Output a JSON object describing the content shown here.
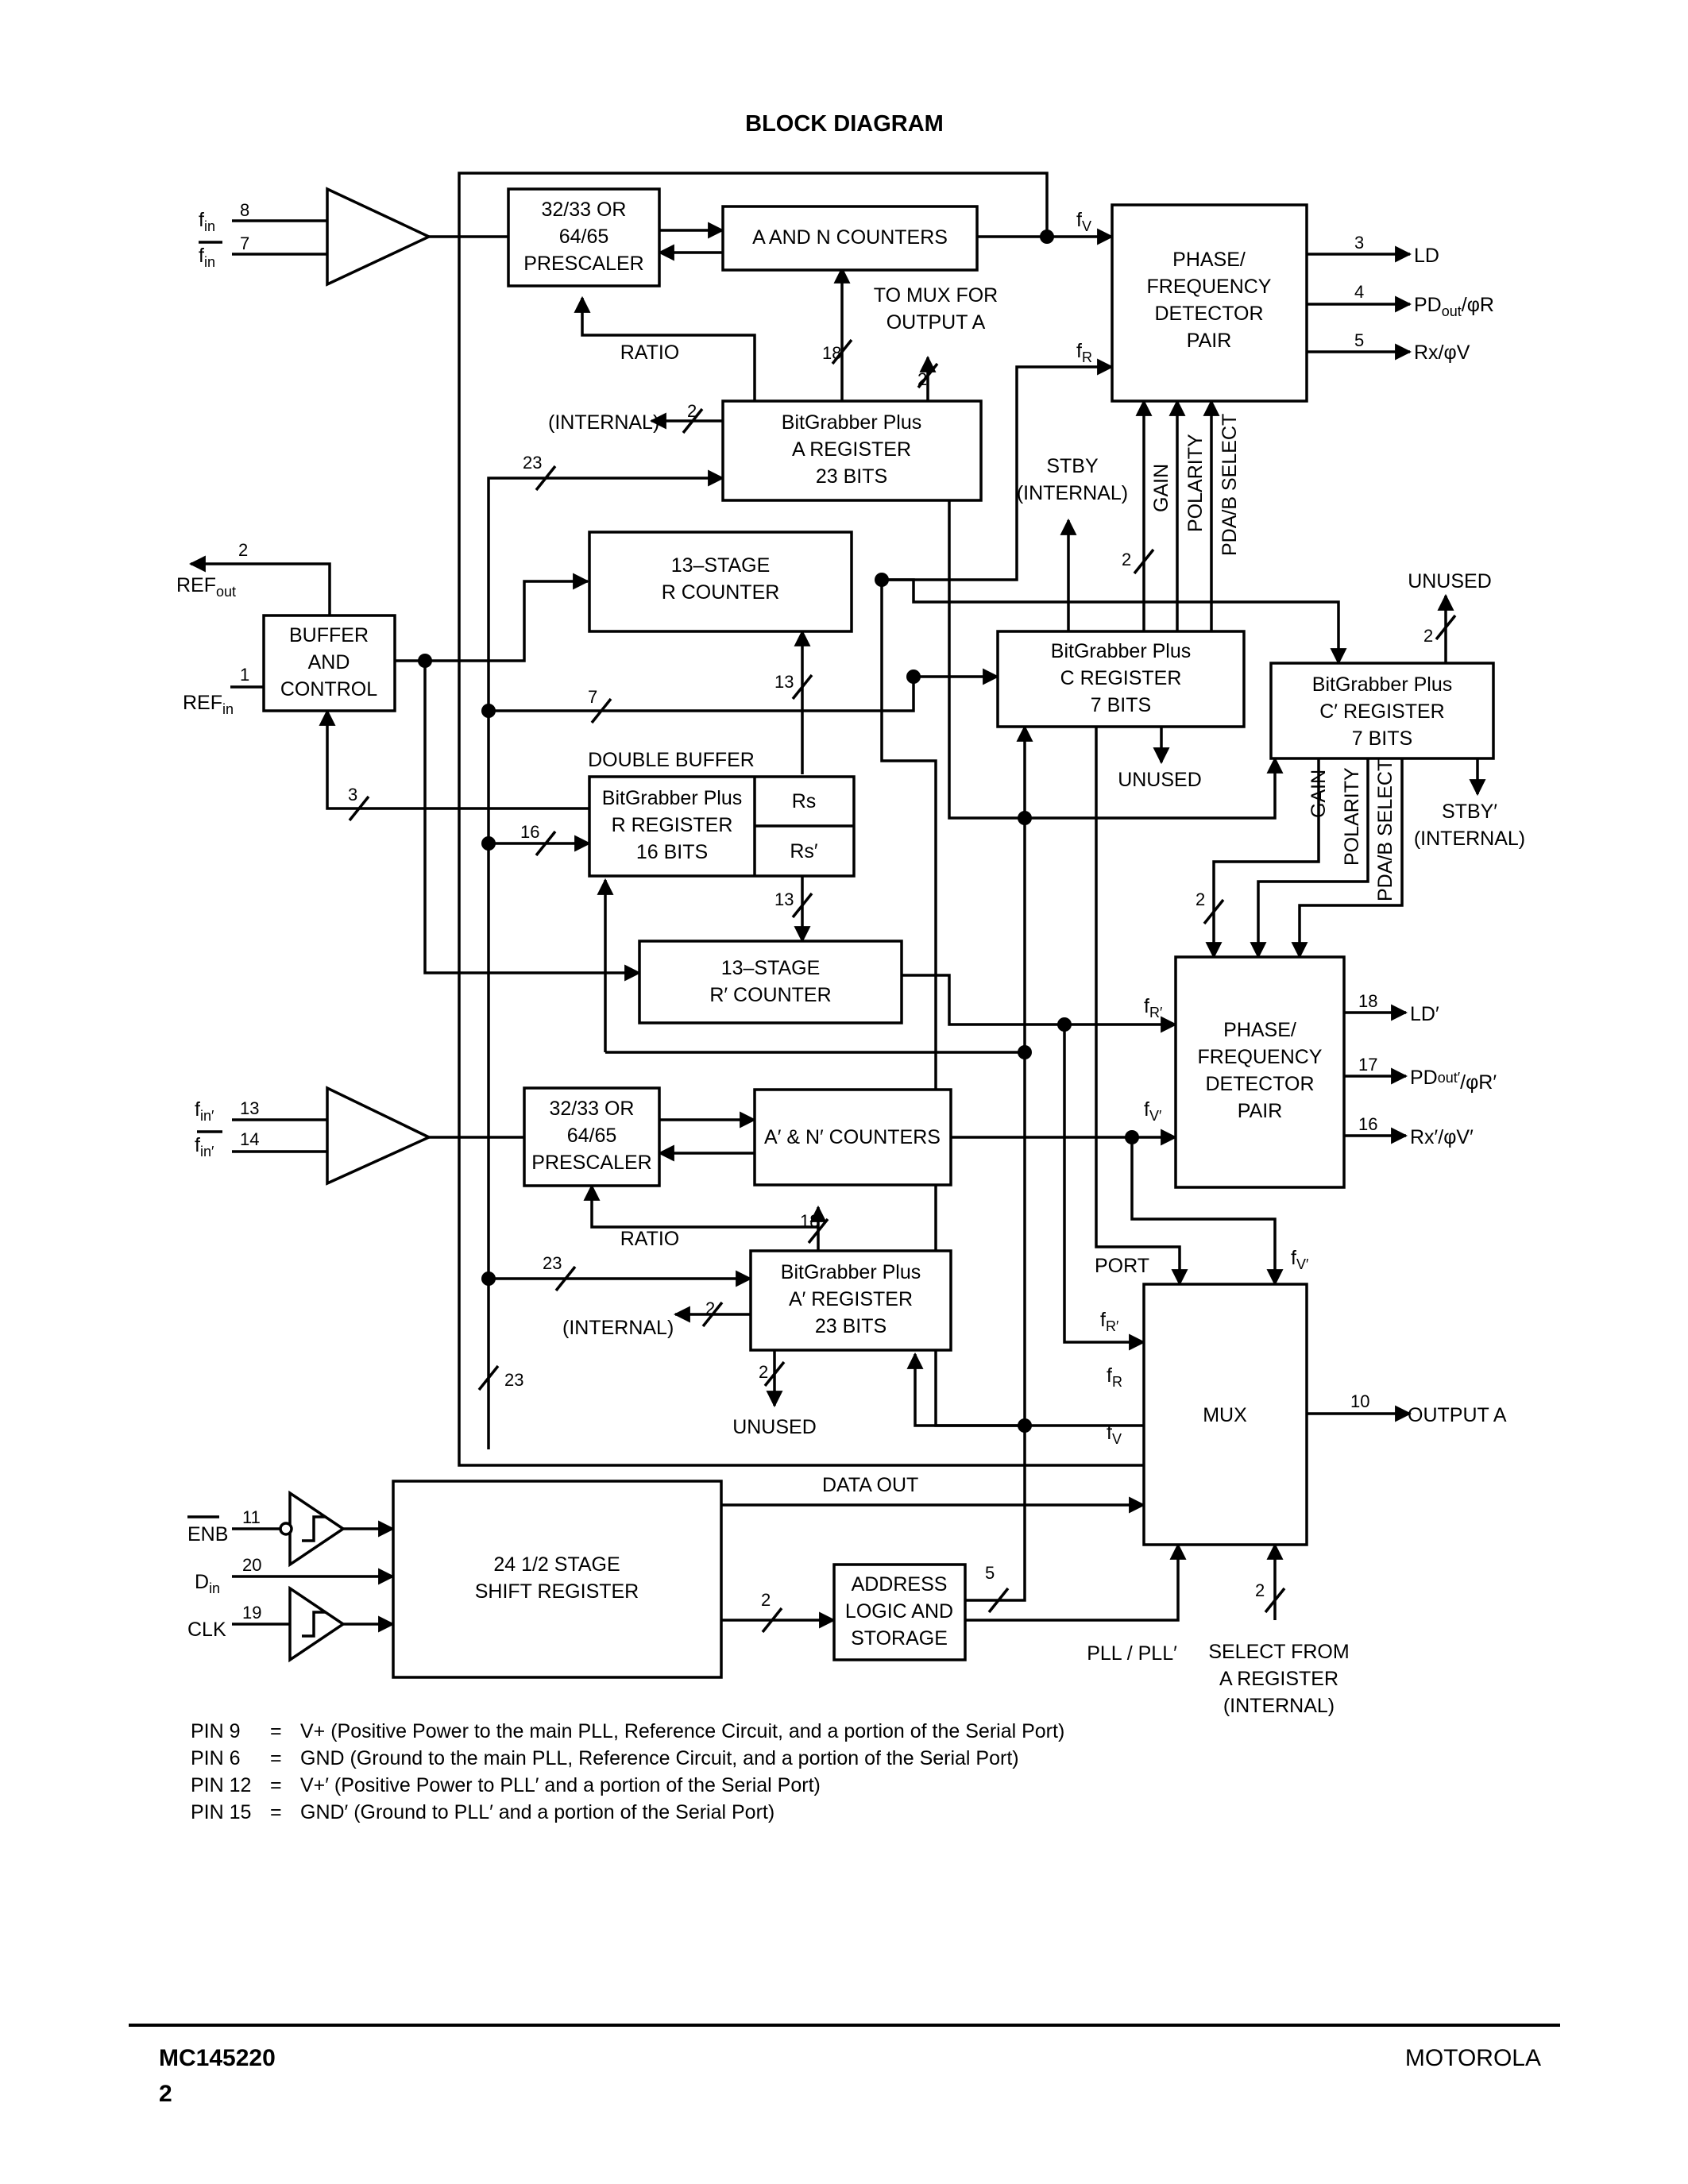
{
  "title": "BLOCK DIAGRAM",
  "blocks": {
    "prescaler": [
      "32/33 OR",
      "64/65",
      "PRESCALER"
    ],
    "an_counters": "A AND N COUNTERS",
    "pfd": [
      "PHASE/",
      "FREQUENCY",
      "DETECTOR",
      "PAIR"
    ],
    "a_register": [
      "BitGrabber Plus",
      "A REGISTER",
      "23 BITS"
    ],
    "r_counter": [
      "13–STAGE",
      "R COUNTER"
    ],
    "buffer": [
      "BUFFER",
      "AND",
      "CONTROL"
    ],
    "c_register": [
      "BitGrabber Plus",
      "C REGISTER",
      "7 BITS"
    ],
    "cp_register": [
      "BitGrabber Plus",
      "C′ REGISTER",
      "7 BITS"
    ],
    "r_register": [
      "BitGrabber Plus",
      "R REGISTER",
      "16 BITS"
    ],
    "rs": "Rs",
    "rs_prime": "Rs′",
    "double_buffer": "DOUBLE BUFFER",
    "rp_counter": [
      "13–STAGE",
      "R′ COUNTER"
    ],
    "pfd2": [
      "PHASE/",
      "FREQUENCY",
      "DETECTOR",
      "PAIR"
    ],
    "prescaler2": [
      "32/33 OR",
      "64/65",
      "PRESCALER"
    ],
    "anp_counters": "A′ & N′ COUNTERS",
    "ap_register": [
      "BitGrabber Plus",
      "A′ REGISTER",
      "23 BITS"
    ],
    "mux": "MUX",
    "shift_register": [
      "24 1/2 STAGE",
      "SHIFT REGISTER"
    ],
    "address_logic": [
      "ADDRESS",
      "LOGIC AND",
      "STORAGE"
    ]
  },
  "labels": {
    "f": "f",
    "fin_sub": "in",
    "fin_prime_sub": "in′",
    "ref": "REF",
    "ref_out_sub": "out",
    "ref_in_sub": "in",
    "enb": "ENB",
    "d": "D",
    "d_sub": "in",
    "clk": "CLK",
    "ld": "LD",
    "ld_prime": "LD′",
    "pd": "PD",
    "pd_sub": "out",
    "pd_prime_sub": "out′",
    "phi_r": "/φR",
    "phi_r_prime": "/φR′",
    "rx": "Rx/φV",
    "rx_prime": "Rx′/φV′",
    "output_a": "OUTPUT A",
    "fv": "V",
    "fr": "R",
    "fv_prime": "V′",
    "fr_prime": "R′",
    "ratio": "RATIO",
    "ratio2": "RATIO",
    "to_mux": [
      "TO MUX FOR",
      "OUTPUT A"
    ],
    "internal_a": "(INTERNAL)",
    "internal_ap": "(INTERNAL)",
    "stby": [
      "STBY",
      "(INTERNAL)"
    ],
    "stby_prime": [
      "STBY′",
      "(INTERNAL)"
    ],
    "gain": "GAIN",
    "polarity": "POLARITY",
    "pdab": "PDA/B SELECT",
    "unused_c": "UNUSED",
    "unused_cp": "UNUSED",
    "unused_ap": "UNUSED",
    "port": "PORT",
    "data_out": "DATA  OUT",
    "pll_sel": "PLL / PLL′",
    "select_from": [
      "SELECT FROM",
      "A REGISTER",
      "(INTERNAL)"
    ]
  },
  "pins": {
    "fin_a": "8",
    "fin_b": "7",
    "ld": "3",
    "pd": "4",
    "rx": "5",
    "ref_out": "2",
    "ref_in": "1",
    "ld_p": "18",
    "pd_p": "17",
    "rx_p": "16",
    "finp_a": "13",
    "finp_b": "14",
    "output_a": "10",
    "enb": "11",
    "din": "20",
    "clk": "19"
  },
  "bus_widths": {
    "a_an": "18",
    "a_mux": "2",
    "a_internal": "2",
    "a_in": "23",
    "c_gain": "2",
    "c_unused": "2",
    "r_in": "7",
    "rc": "13",
    "rp": "13",
    "r_reg_in": "16",
    "buffer": "3",
    "pfd2_gain": "2",
    "ap_anp": "18",
    "ap_in": "23",
    "ap_internal": "2",
    "ap_unused": "2",
    "sr_bus": "23",
    "sr_addr": "2",
    "addr_out": "5",
    "mux_sel": "2"
  },
  "notes": [
    {
      "pin": "PIN 9",
      "eq": "=",
      "desc": "V+ (Positive Power to the main PLL, Reference Circuit, and a portion of the Serial Port)"
    },
    {
      "pin": "PIN 6",
      "eq": "=",
      "desc": "GND (Ground to the main PLL, Reference Circuit, and a portion of the Serial Port)"
    },
    {
      "pin": "PIN 12",
      "eq": "=",
      "desc": "V+′ (Positive Power to PLL′ and a portion of the Serial Port)"
    },
    {
      "pin": "PIN 15",
      "eq": "=",
      "desc": "GND′ (Ground to PLL′ and a portion of the Serial Port)"
    }
  ],
  "footer": {
    "part": "MC145220",
    "page": "2",
    "brand": "MOTOROLA"
  }
}
